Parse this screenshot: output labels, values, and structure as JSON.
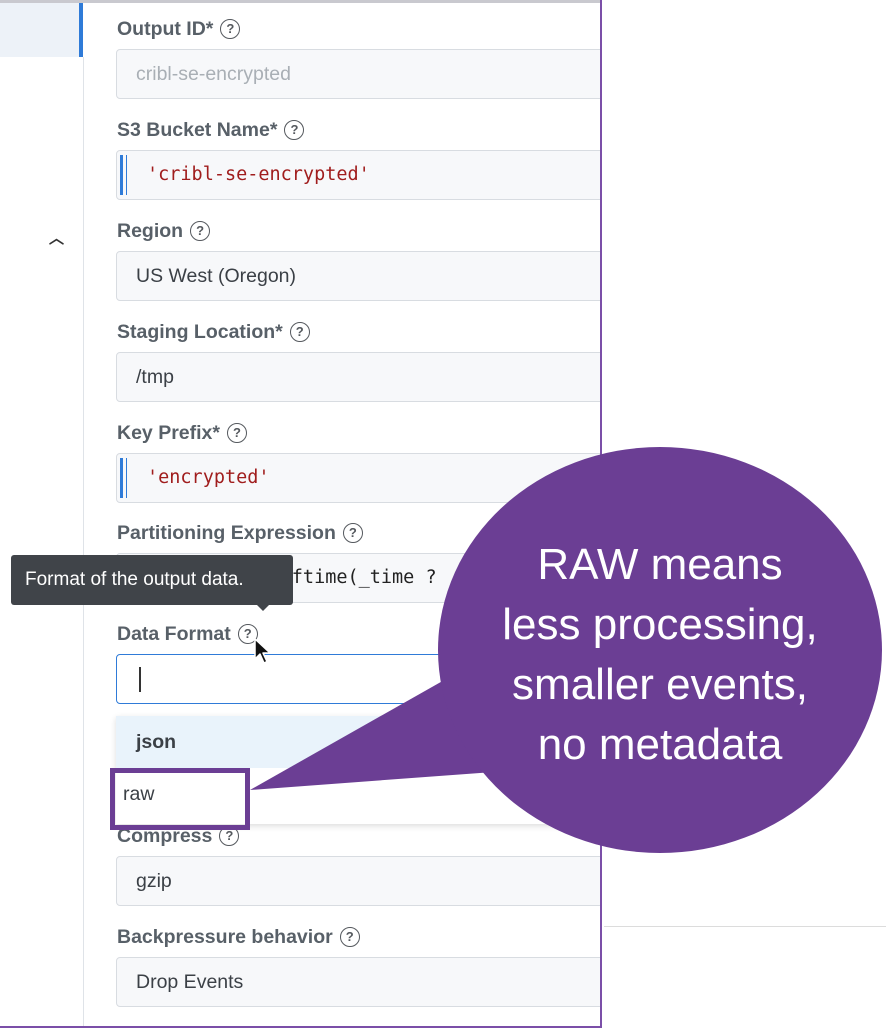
{
  "form": {
    "output_id": {
      "label": "Output ID*",
      "value": "cribl-se-encrypted"
    },
    "s3_bucket": {
      "label": "S3 Bucket Name*",
      "value": "'cribl-se-encrypted'"
    },
    "region": {
      "label": "Region",
      "value": "US West (Oregon)"
    },
    "staging_location": {
      "label": "Staging Location*",
      "value": "/tmp"
    },
    "key_prefix": {
      "label": "Key Prefix*",
      "value": "'encrypted'"
    },
    "partitioning_expression": {
      "label": "Partitioning Expression",
      "value": "`${C.Time.strftime(_time ?"
    },
    "data_format": {
      "label": "Data Format",
      "value": "",
      "options": [
        "json",
        "raw"
      ]
    },
    "compress": {
      "label": "Compress",
      "value": "gzip"
    },
    "backpressure": {
      "label": "Backpressure behavior",
      "value": "Drop Events"
    }
  },
  "tooltip": {
    "text": "Format of the output data."
  },
  "callout": {
    "lines": [
      "RAW means",
      "less processing,",
      "smaller events,",
      "no metadata"
    ]
  },
  "icons": {
    "help": "help-circle-icon",
    "collapse": "chevron-up-icon",
    "cursor": "mouse-pointer-icon"
  },
  "colors": {
    "accent": "#2f7bd8",
    "callout": "#6b3e94",
    "code_string": "#a01d1d",
    "tooltip": "#404449"
  }
}
